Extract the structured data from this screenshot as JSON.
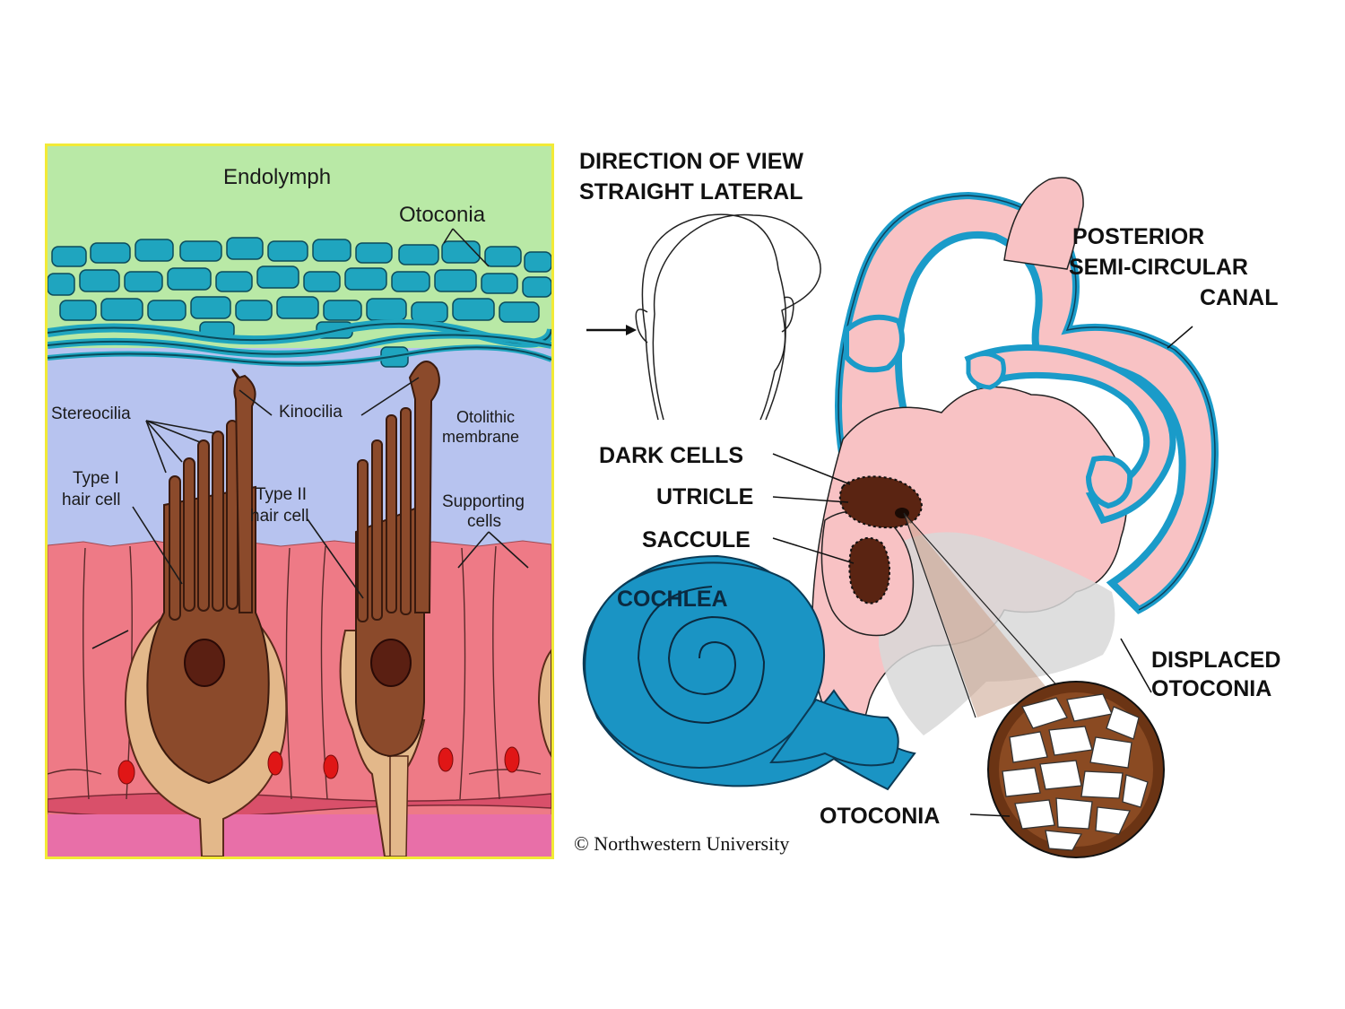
{
  "left_diagram": {
    "labels": {
      "endolymph": "Endolymph",
      "otoconia": "Otoconia",
      "stereocilia": "Stereocilia",
      "kinocilia": "Kinocilia",
      "otolithic_membrane_1": "Otolithic",
      "otolithic_membrane_2": "membrane",
      "type1_1": "Type I",
      "type1_2": "hair cell",
      "type2_1": "Type II",
      "type2_2": "hair cell",
      "supporting_1": "Supporting",
      "supporting_2": "cells"
    },
    "colors": {
      "endolymph": "#b9e9a6",
      "otoconia": "#1fa5bf",
      "membrane": "#b7c3ef",
      "epithelium": "#ee7a86",
      "basal": "#e86fa8",
      "hair_cell": "#8b4a2b",
      "nucleus": "#5a1f12",
      "calyx": "#e3b88a",
      "red_nuclei": "#e01616",
      "border": "#f2ea36"
    }
  },
  "right_diagram": {
    "labels": {
      "direction_1": "DIRECTION OF VIEW",
      "direction_2": "STRAIGHT LATERAL",
      "posterior_1": "POSTERIOR",
      "posterior_2": "SEMI-CIRCULAR",
      "posterior_3": "CANAL",
      "dark_cells": "DARK CELLS",
      "utricle": "UTRICLE",
      "saccule": "SACCULE",
      "cochlea": "COCHLEA",
      "displaced_1": "DISPLACED",
      "displaced_2": "OTOCONIA",
      "otoconia": "OTOCONIA",
      "copyright": "© Northwestern University"
    },
    "colors": {
      "labyrinth": "#f8c2c4",
      "canal_outline": "#1a9bc9",
      "cochlea": "#1a94c4",
      "macula": "#5a2412",
      "crystal_fill": "#ffffff",
      "inset_rim": "#6b3414"
    }
  }
}
